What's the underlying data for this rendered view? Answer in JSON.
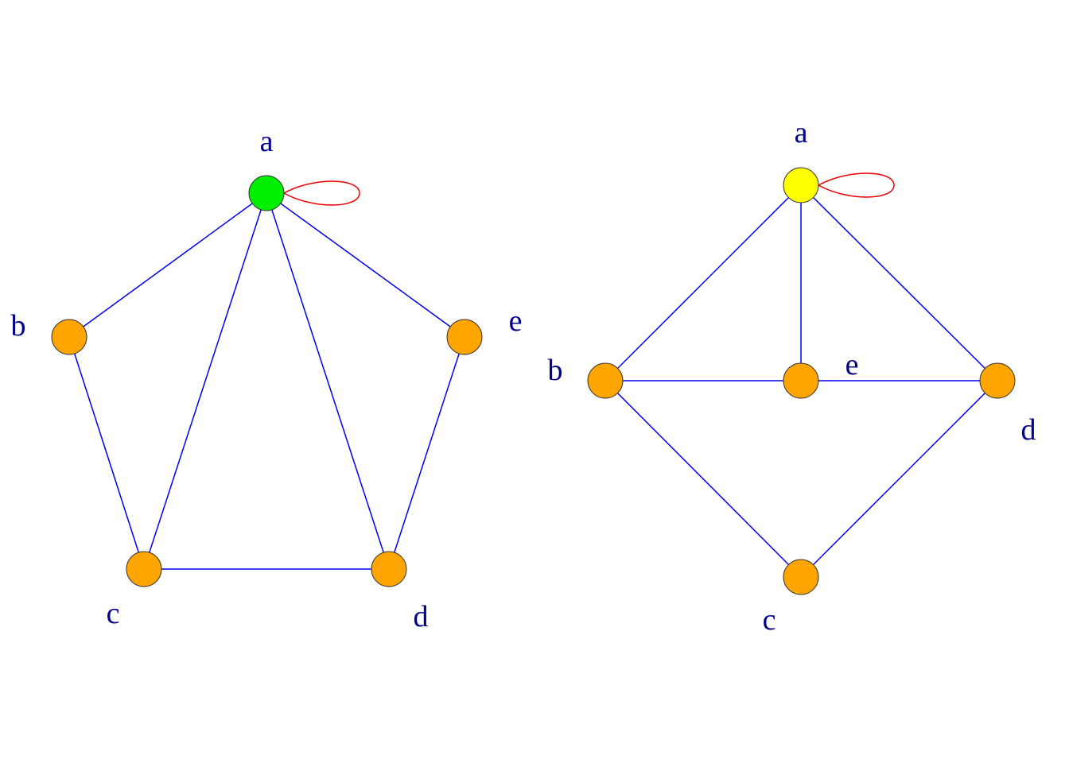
{
  "colors": {
    "edge": "#0000ee",
    "loop": "#ee0000",
    "label": "#00008b",
    "node_stroke": "#333333",
    "node_default": "#ffa500"
  },
  "graphs": [
    {
      "name": "graph-left",
      "nodes": [
        {
          "id": "a",
          "label": "a",
          "fill": "#00ee00"
        },
        {
          "id": "b",
          "label": "b",
          "fill": "#ffa500"
        },
        {
          "id": "c",
          "label": "c",
          "fill": "#ffa500"
        },
        {
          "id": "d",
          "label": "d",
          "fill": "#ffa500"
        },
        {
          "id": "e",
          "label": "e",
          "fill": "#ffa500"
        }
      ],
      "edges": [
        [
          "a",
          "b"
        ],
        [
          "a",
          "c"
        ],
        [
          "a",
          "d"
        ],
        [
          "a",
          "e"
        ],
        [
          "b",
          "c"
        ],
        [
          "c",
          "d"
        ],
        [
          "d",
          "e"
        ]
      ],
      "loops": [
        "a"
      ]
    },
    {
      "name": "graph-right",
      "nodes": [
        {
          "id": "a",
          "label": "a",
          "fill": "#ffff00"
        },
        {
          "id": "b",
          "label": "b",
          "fill": "#ffa500"
        },
        {
          "id": "c",
          "label": "c",
          "fill": "#ffa500"
        },
        {
          "id": "d",
          "label": "d",
          "fill": "#ffa500"
        },
        {
          "id": "e",
          "label": "e",
          "fill": "#ffa500"
        }
      ],
      "edges": [
        [
          "a",
          "b"
        ],
        [
          "a",
          "e"
        ],
        [
          "a",
          "d"
        ],
        [
          "b",
          "e"
        ],
        [
          "e",
          "d"
        ],
        [
          "b",
          "c"
        ],
        [
          "c",
          "d"
        ]
      ],
      "loops": [
        "a"
      ]
    }
  ]
}
